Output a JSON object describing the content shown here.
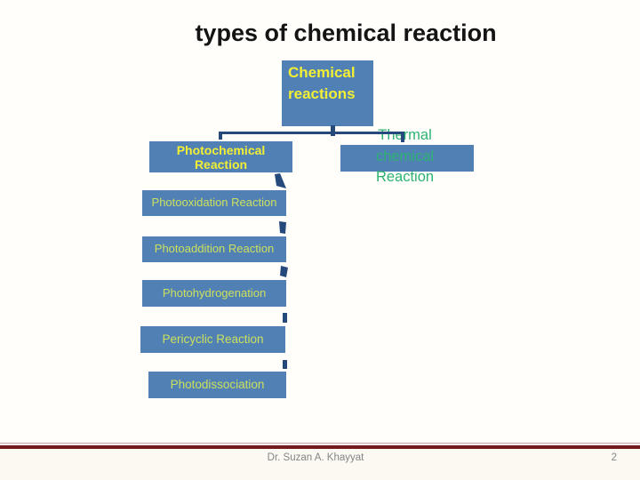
{
  "slide": {
    "title": "types of chemical reaction",
    "diagram": {
      "root": {
        "label": "Chemical\nreactions"
      },
      "branches": [
        {
          "name": "photochemical",
          "label": "Photochemical\nReaction"
        },
        {
          "name": "thermal",
          "label": "Thermal\nchemical\nReaction"
        }
      ],
      "photochemical_subtypes": [
        {
          "label": "Photooxidation Reaction"
        },
        {
          "label": "Photoaddition Reaction"
        },
        {
          "label": "Photohydrogenation"
        },
        {
          "label": "Pericyclic Reaction"
        },
        {
          "label": "Photodissociation"
        }
      ]
    },
    "footer": {
      "author": "Dr. Suzan A. Khayyat",
      "page_number": "2"
    },
    "colors": {
      "node_fill": "#5080B4",
      "connector_blue": "#26497C",
      "root_branch_text_yellow": "#F2EF35",
      "thermal_text_green": "#2EB272",
      "subtype_text_yellow_green": "#CCE05E",
      "footer_line_maroon": "#731A1D",
      "footer_text_gray": "#858585",
      "title_text": "#141414",
      "background": "#FFFEFB"
    }
  }
}
